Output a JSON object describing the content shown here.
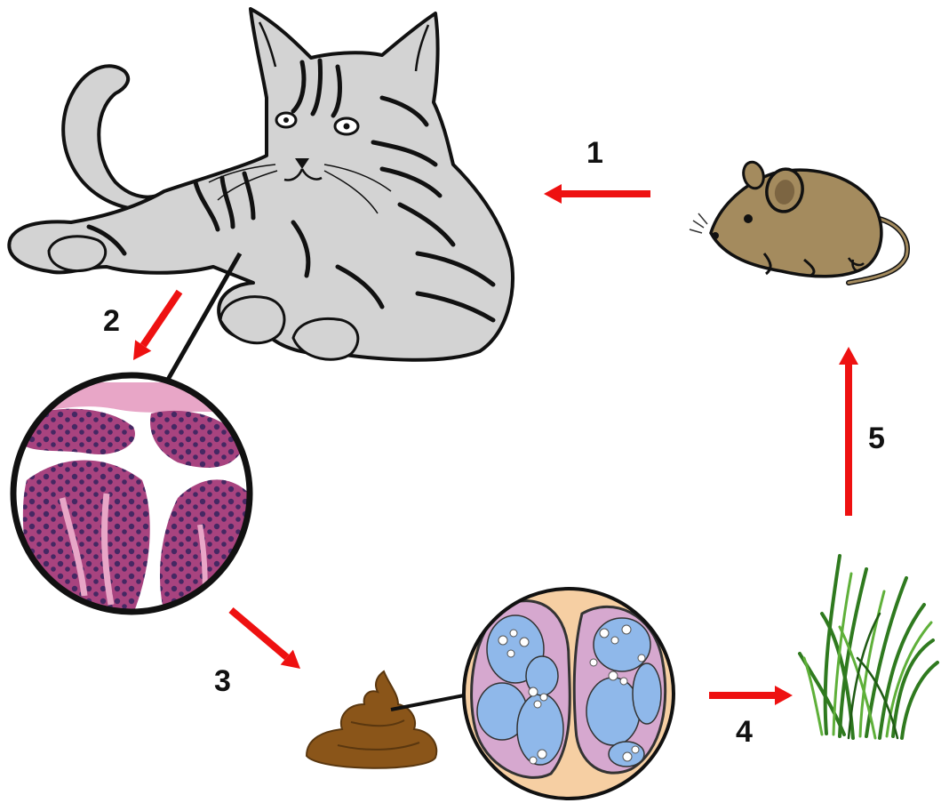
{
  "steps": [
    {
      "number": "1"
    },
    {
      "number": "2"
    },
    {
      "number": "3"
    },
    {
      "number": "4"
    },
    {
      "number": "5"
    }
  ],
  "colors": {
    "arrow": "#ee1111",
    "cat_fur": "#d3d3d3",
    "outline": "#111111",
    "mouse_fur": "#a48b5e",
    "tissue_purple": "#a8437f",
    "tissue_nuclei": "#3a2560",
    "tissue_pink": "#e8a6c7",
    "feces": "#8a5519",
    "oocyst_bg": "#f6cfa3",
    "oocyst_wall": "#d6a8cf",
    "sporozoite": "#8fb8ea",
    "grass": "#3f8f2a"
  }
}
